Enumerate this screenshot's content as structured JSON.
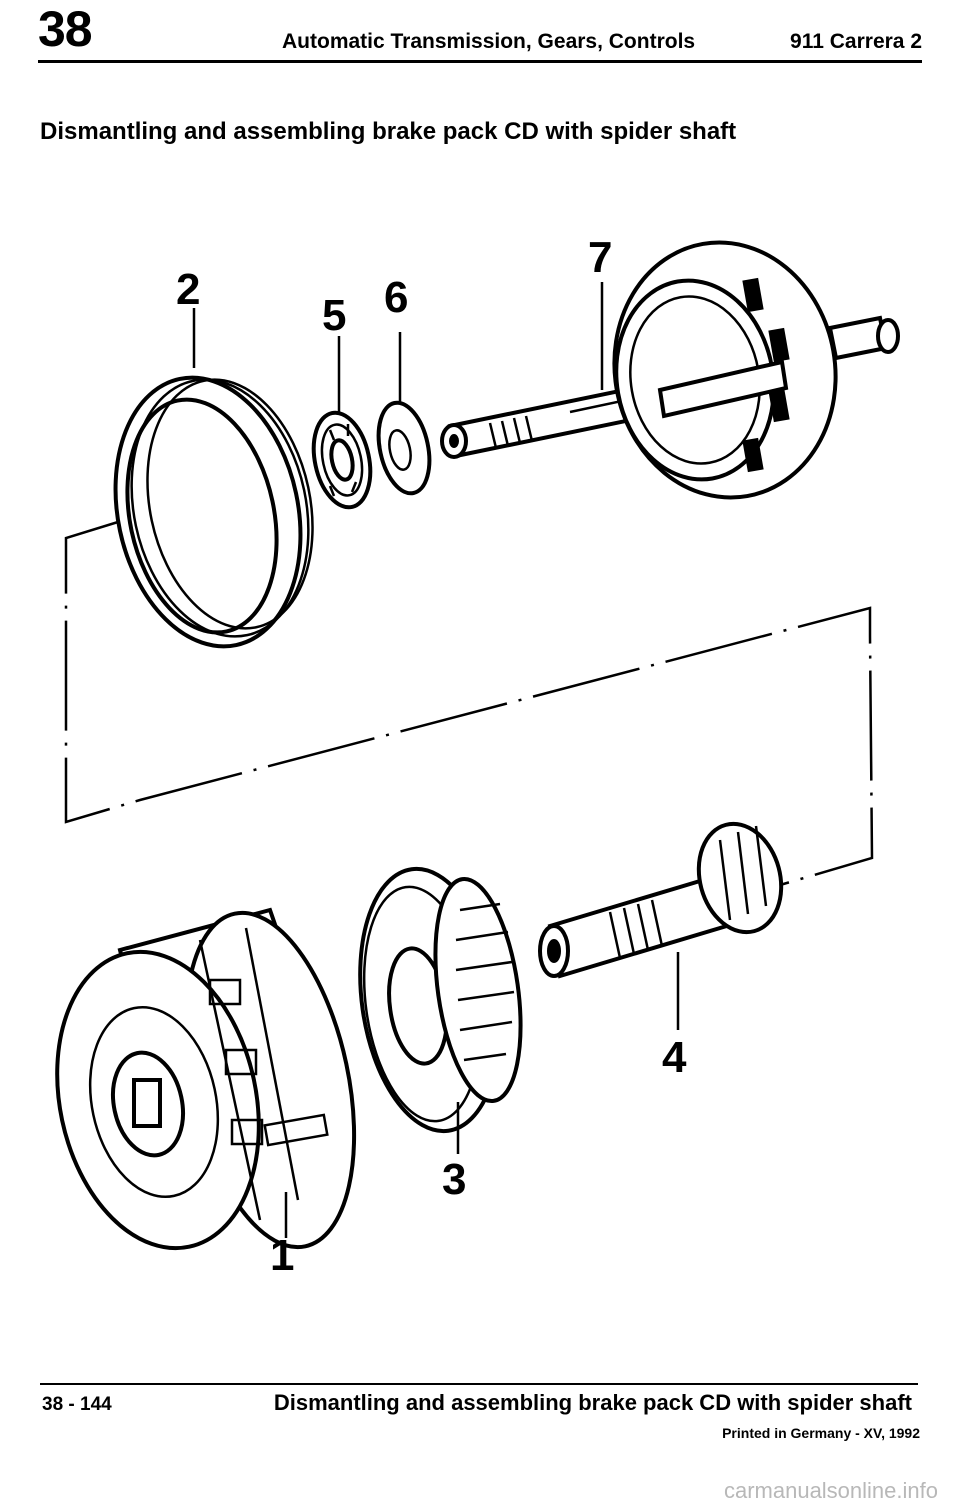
{
  "header": {
    "chapter": "38",
    "title": "Automatic Transmission, Gears, Controls",
    "model": "911 Carrera 2"
  },
  "section_title": "Dismantling and assembling brake pack CD with spider shaft",
  "diagram": {
    "callouts": [
      "1",
      "2",
      "3",
      "4",
      "5",
      "6",
      "7"
    ]
  },
  "footer": {
    "page_number": "38 - 144",
    "title": "Dismantling and assembling brake pack CD with spider shaft",
    "printed": "Printed in Germany - XV, 1992"
  },
  "watermark": "carmanualsonline.info"
}
